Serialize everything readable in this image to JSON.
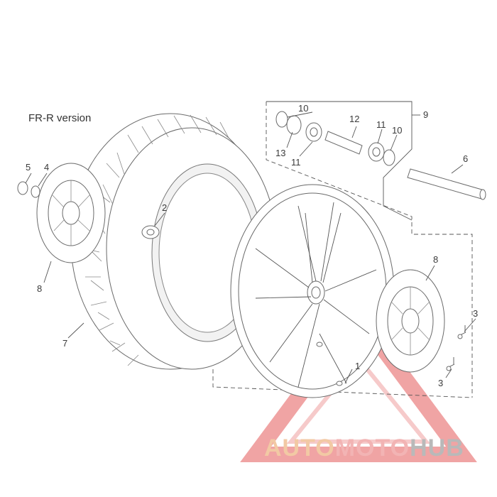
{
  "caption": "FR-R version",
  "callouts": {
    "c1": "1",
    "c2": "2",
    "c3a": "3",
    "c3b": "3",
    "c4": "4",
    "c5": "5",
    "c6": "6",
    "c7": "7",
    "c8a": "8",
    "c8b": "8",
    "c9": "9",
    "c10a": "10",
    "c10b": "10",
    "c11a": "11",
    "c11b": "11",
    "c12": "12",
    "c13": "13"
  },
  "watermark": {
    "part1": "AUTO",
    "part2": "MOTO",
    "part3": "HUB"
  },
  "colors": {
    "line": "#555555",
    "watermark_red": "#e45a5a",
    "watermark_orange": "#f0b07a",
    "watermark_gray": "#a8a8a8"
  }
}
